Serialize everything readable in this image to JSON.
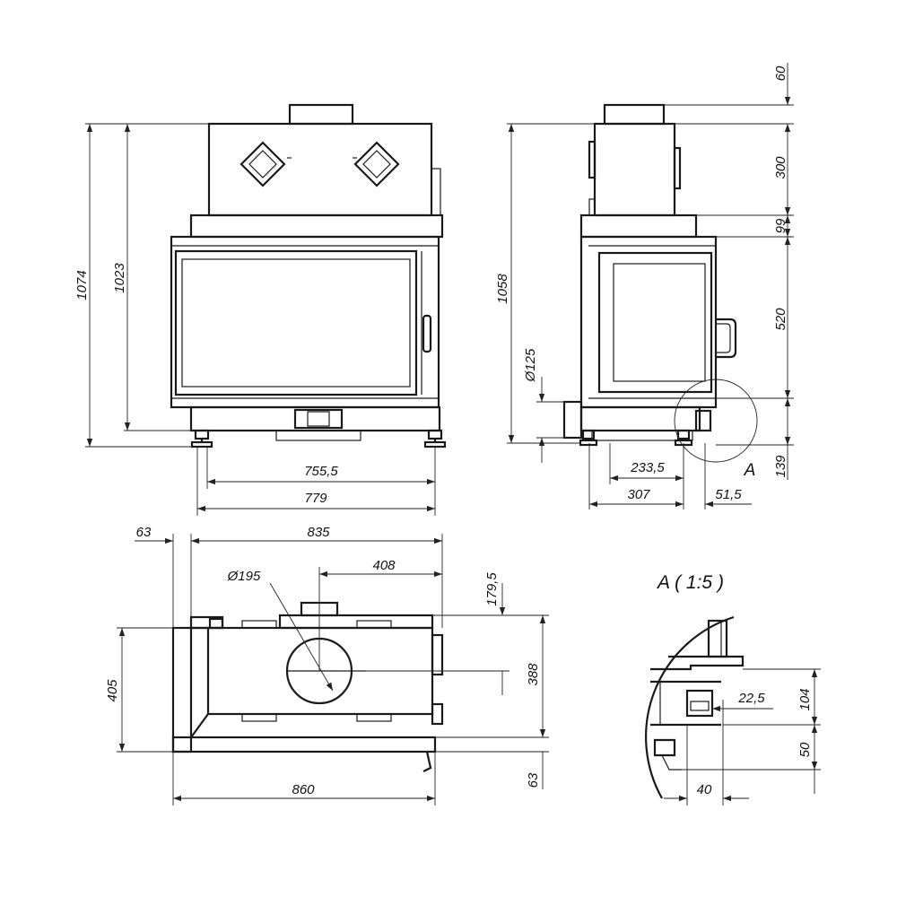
{
  "front_view": {
    "dims": {
      "total_height": "1074",
      "body_height": "1023",
      "feet_span": "755,5",
      "width": "779"
    }
  },
  "side_view": {
    "dims": {
      "height": "1058",
      "flue_top": "60",
      "upper_section": "300",
      "top_plate": "99",
      "glass_height": "520",
      "bottom": "139",
      "air_inlet_diameter": "Ø125",
      "inlet_offset": "233,5",
      "depth": "307",
      "foot_offset": "51,5",
      "detail_marker": "A"
    }
  },
  "plan_view": {
    "dims": {
      "left_offset": "63",
      "top_width": "835",
      "flue_offset": "408",
      "flue_diameter": "Ø195",
      "flue_depth": "179,5",
      "depth_left": "405",
      "depth_right": "388",
      "bottom_offset": "63",
      "total_width": "860"
    }
  },
  "detail_view": {
    "title": "A ( 1:5 )",
    "dims": {
      "foot_width": "22,5",
      "height_upper": "104",
      "height_lower": "50",
      "foot_offset": "40"
    }
  }
}
